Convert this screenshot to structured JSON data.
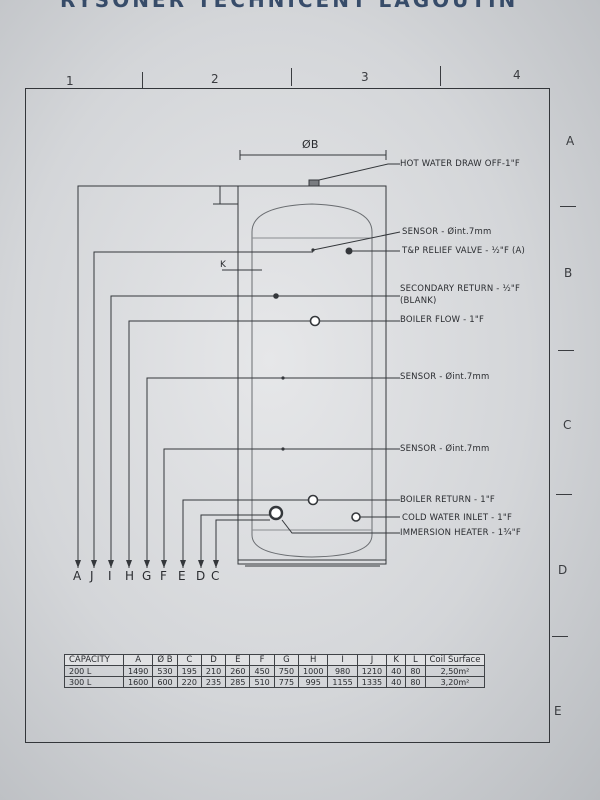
{
  "title": "RYSONER TECHNICENT LAGOUTIN",
  "grid": {
    "columns": [
      "1",
      "2",
      "3",
      "4"
    ],
    "rows": [
      "A",
      "B",
      "C",
      "D",
      "E"
    ]
  },
  "diagram": {
    "diameter_label": "ØB",
    "dimension_k": "K",
    "callouts": [
      "HOT WATER DRAW OFF-1\"F",
      "SENSOR - Øint.7mm",
      "T&P RELIEF VALVE - ½\"F (A)",
      "SECONDARY RETURN - ½\"F",
      "(BLANK)",
      "BOILER FLOW - 1\"F",
      "SENSOR - Øint.7mm",
      "SENSOR - Øint.7mm",
      "BOILER RETURN - 1\"F",
      "COLD WATER INLET - 1\"F",
      "IMMERSION HEATER - 1¾\"F"
    ],
    "dimension_letters": [
      "A",
      "J",
      "I",
      "H",
      "G",
      "F",
      "E",
      "D",
      "C"
    ]
  },
  "table": {
    "headers": [
      "CAPACITY",
      "A",
      "Ø B",
      "C",
      "D",
      "E",
      "F",
      "G",
      "H",
      "I",
      "J",
      "K",
      "L",
      "Coil Surface"
    ],
    "rows": [
      [
        "200 L",
        "1490",
        "530",
        "195",
        "210",
        "260",
        "450",
        "750",
        "1000",
        "980",
        "1210",
        "40",
        "80",
        "2,50m²"
      ],
      [
        "300 L",
        "1600",
        "600",
        "220",
        "235",
        "285",
        "510",
        "775",
        "995",
        "1155",
        "1335",
        "40",
        "80",
        "3,20m²"
      ]
    ]
  }
}
